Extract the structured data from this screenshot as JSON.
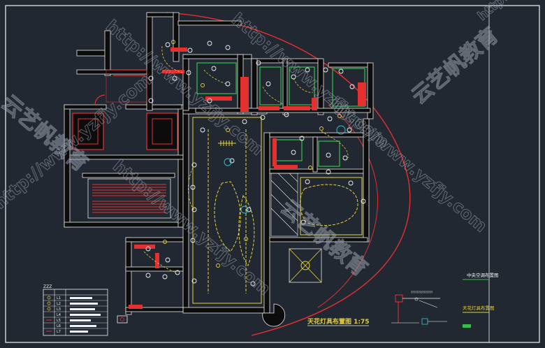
{
  "drawing": {
    "title": "天花灯具布置图 1:75",
    "legend_heading": "ZZZ",
    "legend_rows": [
      {
        "code": "L1"
      },
      {
        "code": "L2"
      },
      {
        "code": "L3"
      },
      {
        "code": "L4"
      },
      {
        "code": "L5"
      },
      {
        "code": "L6"
      },
      {
        "code": "L7"
      }
    ],
    "side_labels": [
      "中央空调布置图",
      "天花灯具布置图"
    ],
    "detail_note": "???????/???????",
    "watermark_text": "http://www.yzfjy.com",
    "watermark_brand": "云艺帆教育"
  },
  "colors": {
    "background": "#222831",
    "wall": "#e8e8e8",
    "wall_fill": "#0c0c0c",
    "red": "#e53030",
    "yellow": "#e6d23a",
    "green": "#35c04a",
    "cyan": "#36c8d8",
    "white": "#f2f2f2"
  },
  "icons": [
    "downlight-icon",
    "spotlight-icon",
    "chandelier-icon",
    "section-marker-icon"
  ]
}
